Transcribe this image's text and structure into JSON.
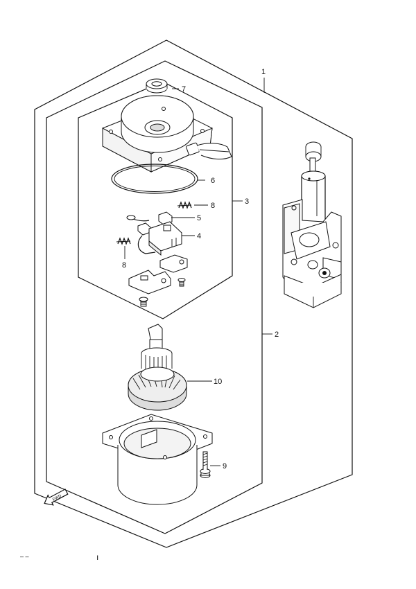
{
  "callouts": {
    "c1": "1",
    "c2": "2",
    "c3": "3",
    "c4": "4",
    "c5": "5",
    "c6": "6",
    "c7": "7",
    "c8a": "8",
    "c8b": "8",
    "c9": "9",
    "c10": "10"
  },
  "fwd_badge": "FWD",
  "footer": {
    "mark_left": "– –",
    "mark_right": "ı"
  }
}
